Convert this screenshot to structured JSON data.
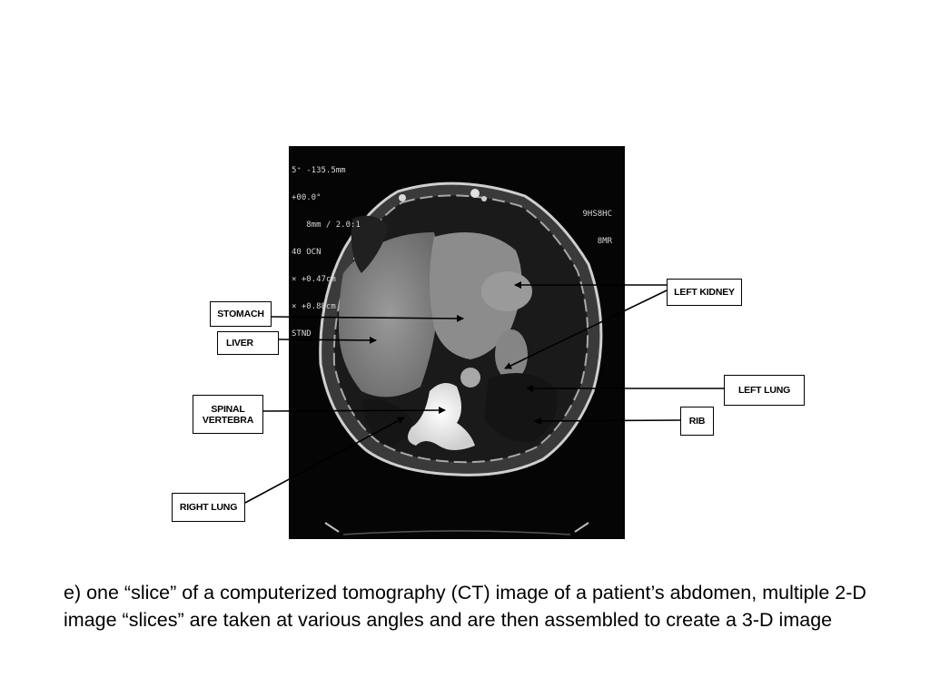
{
  "scan": {
    "overlay_left": [
      "5⁺ -135.5mm",
      "+00.0°",
      "   8mm / 2.0:1",
      "40 OCN",
      "× +0.47cm",
      "× +0.88cm",
      "STND"
    ],
    "overlay_right": [
      "9HS8HC",
      "8MR"
    ]
  },
  "labels": {
    "stomach": "STOMACH",
    "liver": "LIVER",
    "spinal_vertebra": "SPINAL\nVERTEBRA",
    "right_lung": "RIGHT LUNG",
    "left_kidney": "LEFT KIDNEY",
    "left_lung": "LEFT LUNG",
    "rib": "RIB"
  },
  "caption": "e) one “slice” of a computerized tomography (CT) image of a patient’s abdomen, multiple 2-D image “slices” are taken at various angles and are then assembled to create a 3-D image",
  "colors": {
    "background": "#ffffff",
    "scan_background": "#050505",
    "label_border": "#000000",
    "leader_line": "#000000"
  }
}
